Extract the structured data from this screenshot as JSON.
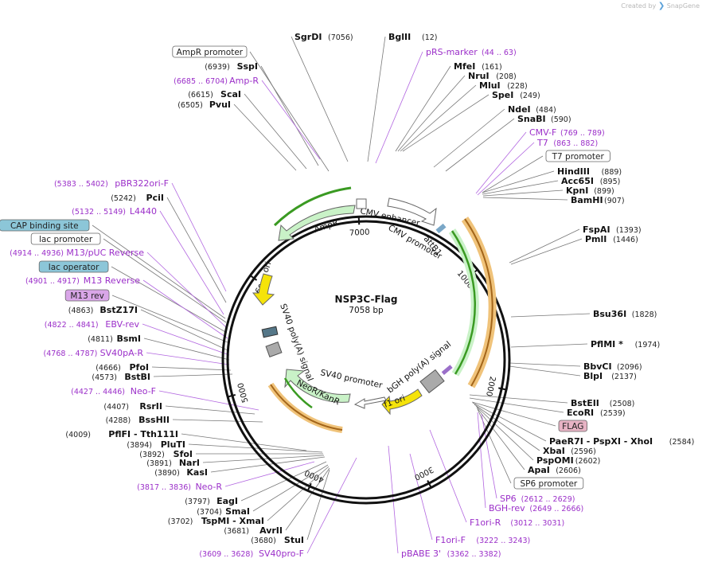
{
  "credit": {
    "prefix": "Created by",
    "brand": "SnapGene"
  },
  "plasmid": {
    "name": "NSP3C-Flag",
    "size": "7058 bp"
  },
  "ticks": [
    "1000",
    "2000",
    "3000",
    "4000",
    "5000",
    "6000",
    "7000"
  ],
  "features": [
    {
      "label": "AmpR",
      "color": "#c9f2c7"
    },
    {
      "label": "ori",
      "color": "#f5e30a"
    },
    {
      "label": "CMV enhancer",
      "color": "#ffffff"
    },
    {
      "label": "CMV promoter",
      "color": "#ffffff"
    },
    {
      "label": "attB1",
      "color": "#ffffff"
    },
    {
      "label": "SV40 poly(A) signal",
      "color": "#aaaaaa"
    },
    {
      "label": "NeoR/KanR",
      "color": "#c9f2c7"
    },
    {
      "label": "SV40 promoter",
      "color": "#ffffff"
    },
    {
      "label": "bGH poly(A) signal",
      "color": "#aaaaaa"
    },
    {
      "label": "f1 ori",
      "color": "#f5e30a"
    }
  ],
  "right_labels": [
    {
      "name": "SgrDI",
      "pos": "(7056)"
    },
    {
      "name": "BglII",
      "pos": "(12)"
    },
    {
      "name": "pRS-marker",
      "pos": "(44 .. 63)",
      "kind": "primer"
    },
    {
      "name": "MfeI",
      "pos": "(161)"
    },
    {
      "name": "NruI",
      "pos": "(208)"
    },
    {
      "name": "MluI",
      "pos": "(228)"
    },
    {
      "name": "SpeI",
      "pos": "(249)"
    },
    {
      "name": "NdeI",
      "pos": "(484)"
    },
    {
      "name": "SnaBI",
      "pos": "(590)"
    },
    {
      "name": "CMV-F",
      "pos": "(769 .. 789)",
      "kind": "primer"
    },
    {
      "name": "T7",
      "pos": "(863 .. 882)",
      "kind": "primer"
    },
    {
      "name": "T7 promoter",
      "kind": "box"
    },
    {
      "name": "HindIII",
      "pos": "(889)"
    },
    {
      "name": "Acc65I",
      "pos": "(895)"
    },
    {
      "name": "KpnI",
      "pos": "(899)"
    },
    {
      "name": "BamHI",
      "pos": "(907)"
    },
    {
      "name": "FspAI",
      "pos": "(1393)"
    },
    {
      "name": "PmlI",
      "pos": "(1446)"
    },
    {
      "name": "Bsu36I",
      "pos": "(1828)"
    },
    {
      "name": "PflMI *",
      "pos": "(1974)"
    },
    {
      "name": "BbvCI",
      "pos": "(2096)"
    },
    {
      "name": "BlpI",
      "pos": "(2137)"
    },
    {
      "name": "BstEII",
      "pos": "(2508)"
    },
    {
      "name": "EcoRI",
      "pos": "(2539)"
    },
    {
      "name": "FLAG",
      "kind": "flag"
    },
    {
      "name": "PaeR7I - PspXI - XhoI",
      "pos": "(2584)"
    },
    {
      "name": "XbaI",
      "pos": "(2596)"
    },
    {
      "name": "PspOMI",
      "pos": "(2602)"
    },
    {
      "name": "ApaI",
      "pos": "(2606)"
    },
    {
      "name": "SP6 promoter",
      "kind": "box"
    },
    {
      "name": "SP6",
      "pos": "(2612 .. 2629)",
      "kind": "primer"
    },
    {
      "name": "BGH-rev",
      "pos": "(2649 .. 2666)",
      "kind": "primer"
    },
    {
      "name": "F1ori-R",
      "pos": "(3012 .. 3031)",
      "kind": "primer"
    },
    {
      "name": "F1ori-F",
      "pos": "(3222 .. 3243)",
      "kind": "primer"
    },
    {
      "name": "pBABE 3'",
      "pos": "(3362 .. 3382)",
      "kind": "primer"
    }
  ],
  "left_labels": [
    {
      "name": "AmpR promoter",
      "kind": "box"
    },
    {
      "name": "SspI",
      "pos": "(6939)"
    },
    {
      "name": "Amp-R",
      "pos": "(6685 .. 6704)",
      "kind": "primer"
    },
    {
      "name": "ScaI",
      "pos": "(6615)"
    },
    {
      "name": "PvuI",
      "pos": "(6505)"
    },
    {
      "name": "pBR322ori-F",
      "pos": "(5383 .. 5402)",
      "kind": "primer"
    },
    {
      "name": "PciI",
      "pos": "(5242)"
    },
    {
      "name": "L4440",
      "pos": "(5132 .. 5149)",
      "kind": "primer"
    },
    {
      "name": "CAP binding site",
      "kind": "cyan"
    },
    {
      "name": "lac promoter",
      "kind": "box"
    },
    {
      "name": "M13/pUC Reverse",
      "pos": "(4914 .. 4936)",
      "kind": "primer"
    },
    {
      "name": "lac operator",
      "kind": "cyan"
    },
    {
      "name": "M13 Reverse",
      "pos": "(4901 .. 4917)",
      "kind": "primer"
    },
    {
      "name": "M13 rev",
      "kind": "purple"
    },
    {
      "name": "BstZ17I",
      "pos": "(4863)"
    },
    {
      "name": "EBV-rev",
      "pos": "(4822 .. 4841)",
      "kind": "primer"
    },
    {
      "name": "BsmI",
      "pos": "(4811)"
    },
    {
      "name": "SV40pA-R",
      "pos": "(4768 .. 4787)",
      "kind": "primer"
    },
    {
      "name": "PfoI",
      "pos": "(4666)"
    },
    {
      "name": "BstBI",
      "pos": "(4573)"
    },
    {
      "name": "Neo-F",
      "pos": "(4427 .. 4446)",
      "kind": "primer"
    },
    {
      "name": "RsrII",
      "pos": "(4407)"
    },
    {
      "name": "BssHII",
      "pos": "(4288)"
    },
    {
      "name": "PflFI - Tth111I",
      "pos": "(4009)"
    },
    {
      "name": "PluTI",
      "pos": "(3894)"
    },
    {
      "name": "SfoI",
      "pos": "(3892)"
    },
    {
      "name": "NarI",
      "pos": "(3891)"
    },
    {
      "name": "KasI",
      "pos": "(3890)"
    },
    {
      "name": "Neo-R",
      "pos": "(3817 .. 3836)",
      "kind": "primer"
    },
    {
      "name": "EagI",
      "pos": "(3797)"
    },
    {
      "name": "SmaI",
      "pos": "(3704)"
    },
    {
      "name": "TspMI - XmaI",
      "pos": "(3702)"
    },
    {
      "name": "AvrII",
      "pos": "(3681)"
    },
    {
      "name": "StuI",
      "pos": "(3680)"
    },
    {
      "name": "SV40pro-F",
      "pos": "(3609 .. 3628)",
      "kind": "primer"
    }
  ]
}
